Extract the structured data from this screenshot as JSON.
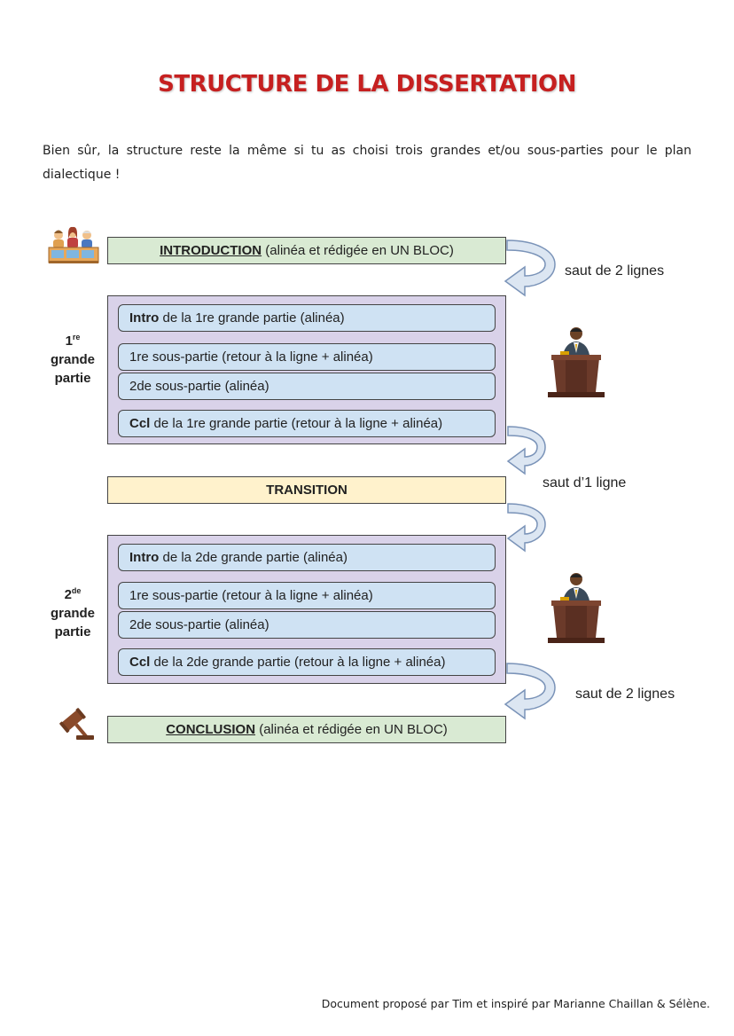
{
  "page": {
    "title": "STRUCTURE DE LA DISSERTATION",
    "intro": "Bien sûr, la structure reste la même si tu as choisi trois grandes et/ou sous-parties pour le plan dialectique !",
    "footer": "Document proposé par Tim et inspiré par Marianne Chaillan & Sélène."
  },
  "introduction": {
    "keyword": "INTRODUCTION",
    "rest": " (alinéa et rédigée en UN BLOC)"
  },
  "transition": {
    "label": "TRANSITION"
  },
  "conclusion": {
    "keyword": "CONCLUSION",
    "rest": " (alinéa et rédigée en UN BLOC)"
  },
  "gaps": {
    "after_intro": "saut de 2 lignes",
    "after_part1": "saut d’1 ligne",
    "after_part2": "saut de 2 lignes"
  },
  "part1": {
    "num": "1",
    "sup": "re",
    "word1": "grande",
    "word2": "partie",
    "intro_kw": "Intro",
    "intro_rest": " de la 1re grande partie (alinéa)",
    "sub1": "1re sous-partie (retour à la ligne + alinéa)",
    "sub2": "2de sous-partie (alinéa)",
    "ccl_kw": "Ccl",
    "ccl_rest": " de la 1re grande partie (retour à la ligne + alinéa)"
  },
  "part2": {
    "num": "2",
    "sup": "de",
    "word1": "grande",
    "word2": "partie",
    "intro_kw": "Intro",
    "intro_rest": " de la 2de grande partie (alinéa)",
    "sub1": "1re sous-partie (retour à la ligne + alinéa)",
    "sub2": "2de sous-partie (alinéa)",
    "ccl_kw": "Ccl",
    "ccl_rest": " de la 2de grande partie (retour à la ligne + alinéa)"
  },
  "icons": [
    "jury-icon",
    "speaker-podium-icon",
    "gavel-icon",
    "curved-arrow-icon"
  ],
  "colors": {
    "title": "#c62020",
    "intro_conclusion_box": "#d9ead3",
    "transition_box": "#fff2cc",
    "part_box": "#d9d2e9",
    "sub_box": "#cfe2f3",
    "arrow_fill": "#dce6f2"
  }
}
